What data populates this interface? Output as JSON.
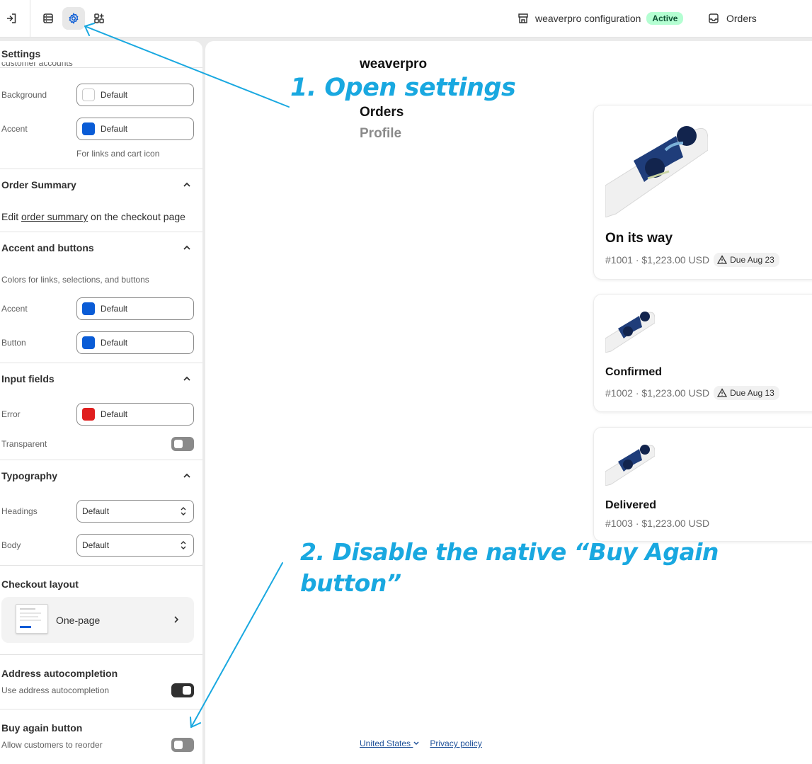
{
  "topbar": {
    "store_config": "weaverpro configuration",
    "status_badge": "Active",
    "orders_label": "Orders"
  },
  "sidebar": {
    "title": "Settings",
    "cut_text": "customer accounts",
    "background_label": "Background",
    "background_value": "Default",
    "accent_label": "Accent",
    "accent_value": "Default",
    "accent_help": "For links and cart icon",
    "order_summary": {
      "heading": "Order Summary",
      "text_prefix": "Edit ",
      "text_link": "order summary",
      "text_suffix": " on the checkout page"
    },
    "accent_buttons": {
      "heading": "Accent and buttons",
      "description": "Colors for links, selections, and buttons",
      "accent_label": "Accent",
      "accent_value": "Default",
      "button_label": "Button",
      "button_value": "Default"
    },
    "input_fields": {
      "heading": "Input fields",
      "error_label": "Error",
      "error_value": "Default",
      "transparent_label": "Transparent",
      "transparent_on": false
    },
    "typography": {
      "heading": "Typography",
      "headings_label": "Headings",
      "headings_value": "Default",
      "body_label": "Body",
      "body_value": "Default"
    },
    "checkout_layout": {
      "heading": "Checkout layout",
      "value": "One-page"
    },
    "address": {
      "heading": "Address autocompletion",
      "description": "Use address autocompletion",
      "on": true
    },
    "buy_again": {
      "heading": "Buy again button",
      "description": "Allow customers to reorder",
      "on": false
    }
  },
  "preview": {
    "shop_name": "weaverpro",
    "nav_orders": "Orders",
    "nav_profile": "Profile",
    "orders": [
      {
        "status": "On its way",
        "meta": "#1001 · $1,223.00 USD",
        "due": "Due Aug 23"
      },
      {
        "status": "Confirmed",
        "meta": "#1002 · $1,223.00 USD",
        "due": "Due Aug 13"
      },
      {
        "status": "Delivered",
        "meta": "#1003 · $1,223.00 USD",
        "due": ""
      }
    ],
    "footer_country": "United States",
    "footer_privacy": "Privacy policy"
  },
  "annotations": {
    "step1": "1. Open settings",
    "step2_line1": "2. Disable the native “Buy Again",
    "step2_line2": "button”"
  },
  "colors": {
    "accent_swatch": "#0a5cd6",
    "error_swatch": "#e01e1e",
    "annotation": "#19a8e0",
    "active_badge": "#b4fed2"
  }
}
